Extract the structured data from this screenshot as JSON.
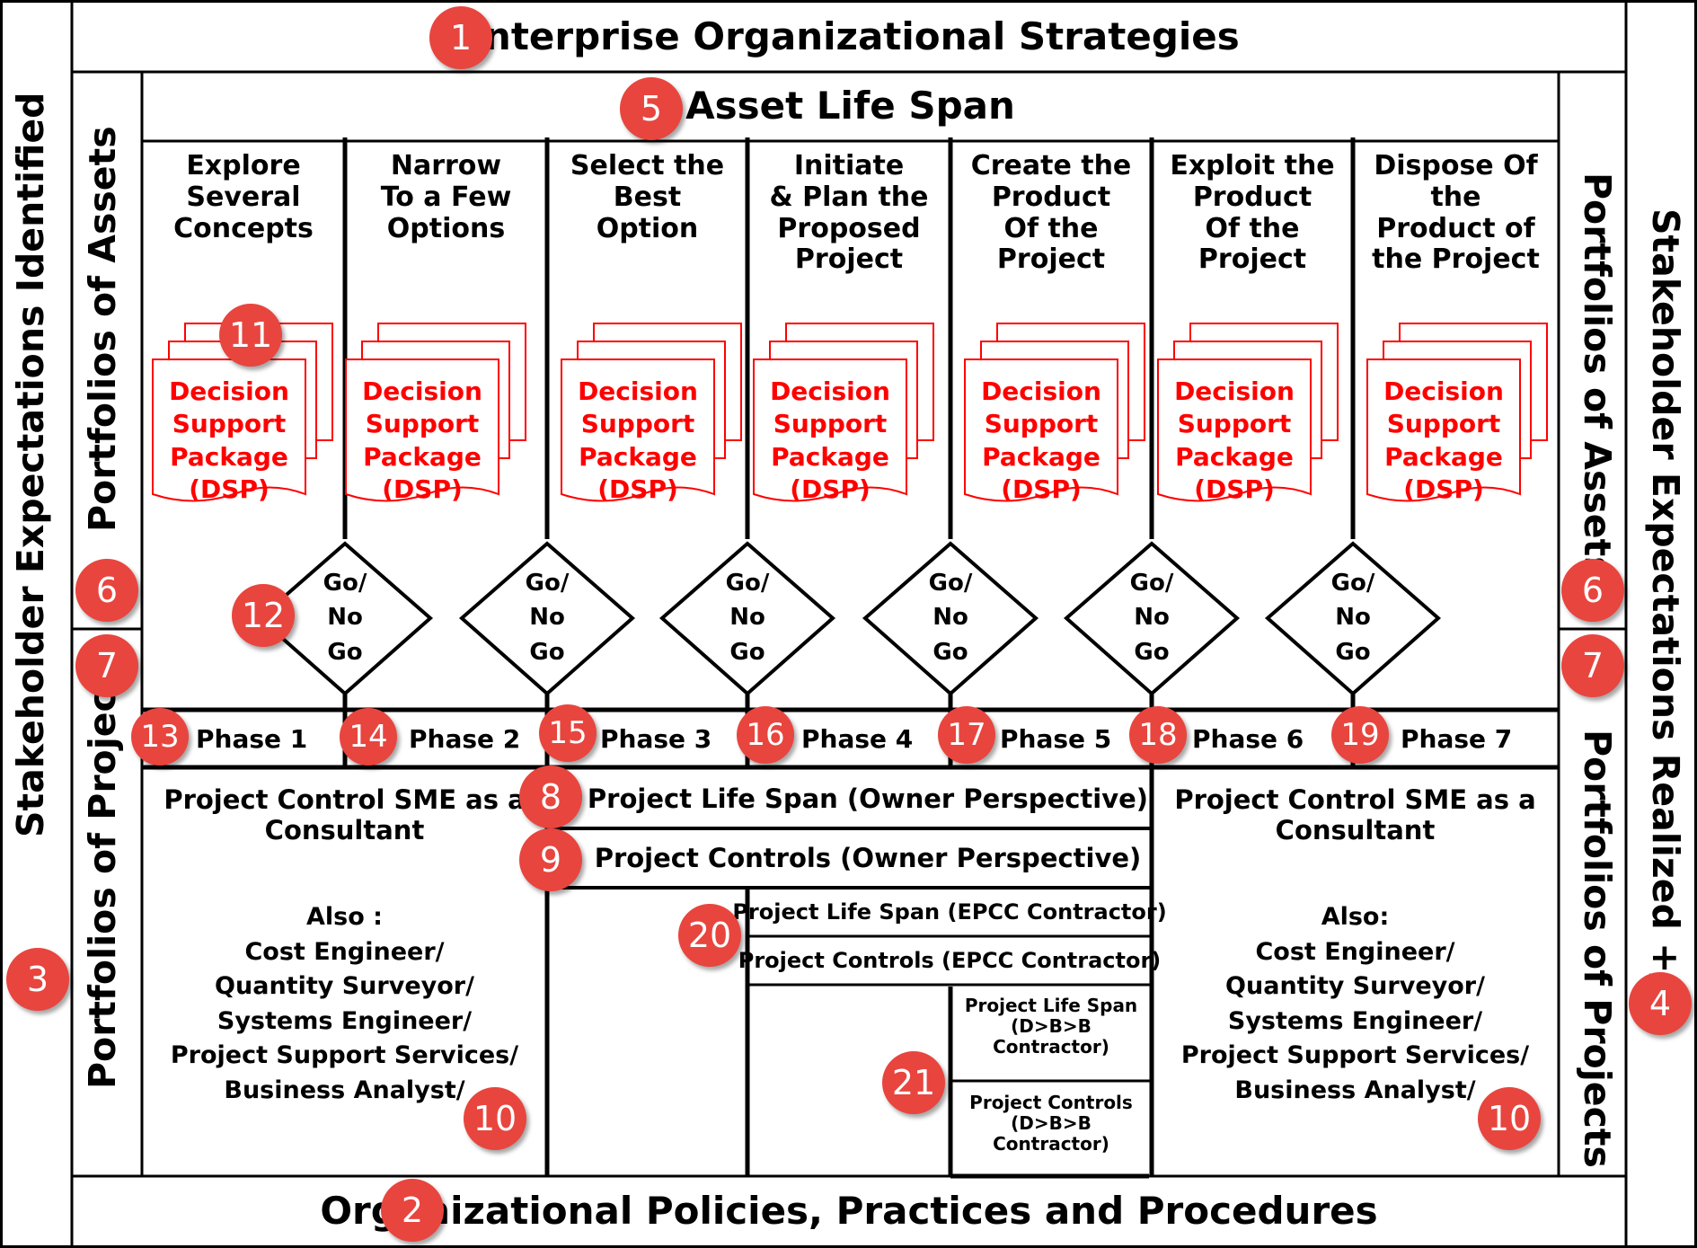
{
  "header": {
    "enterprise": "Enterprise Organizational Strategies",
    "asset_life_span": "Asset Life Span",
    "policies": "Organizational Policies, Practices and Procedures"
  },
  "side_labels": {
    "left_outer": "Stakeholder Expectations Identified",
    "right_outer": "Stakeholder Expectations Realized +/-",
    "portfolios_assets": "Portfolios of Assets",
    "portfolios_projects": "Portfolios of Projects"
  },
  "stages": [
    "Explore\nSeveral\nConcepts",
    "Narrow\nTo a Few\nOptions",
    "Select the\nBest\nOption",
    "Initiate\n& Plan the\nProposed\nProject",
    "Create the\nProduct\nOf the\nProject",
    "Exploit the\nProduct\nOf the\nProject",
    "Dispose Of\nthe\nProduct of\nthe Project"
  ],
  "dsp_label": "Decision\nSupport\nPackage\n(DSP)",
  "gate_label": "Go/\nNo\nGo",
  "phases": [
    "Phase 1",
    "Phase 2",
    "Phase 3",
    "Phase 4",
    "Phase 5",
    "Phase 6",
    "Phase 7"
  ],
  "bottom": {
    "project_life_span_owner": "Project Life Span (Owner Perspective)",
    "project_controls_owner": "Project Controls (Owner Perspective)",
    "life_span_epcc": "Project Life Span (EPCC Contractor)",
    "controls_epcc": "Project Controls (EPCC Contractor)",
    "life_span_dbb": "Project Life Span\n(D>B>B\nContractor)",
    "controls_dbb": "Project Controls\n(D>B>B\nContractor)",
    "sme_left_title": "Project Control SME as a\nConsultant",
    "sme_left_body": "Also :\nCost Engineer/\nQuantity Surveyor/\nSystems Engineer/\nProject Support Services/\nBusiness Analyst/",
    "sme_right_title": "Project Control SME as a\nConsultant",
    "sme_right_body": "Also:\nCost Engineer/\nQuantity Surveyor/\nSystems Engineer/\nProject Support Services/\nBusiness Analyst/"
  },
  "badges": {
    "b1": "1",
    "b2": "2",
    "b3": "3",
    "b4": "4",
    "b5": "5",
    "b6": "6",
    "b7": "7",
    "b8": "8",
    "b9": "9",
    "b10": "10",
    "b11": "11",
    "b12": "12",
    "phase_badges": [
      "13",
      "14",
      "15",
      "16",
      "17",
      "18",
      "19"
    ],
    "b20": "20",
    "b21": "21"
  },
  "colors": {
    "badge": "#e8453e",
    "dsp_text": "#ff0000",
    "line": "#000000"
  }
}
